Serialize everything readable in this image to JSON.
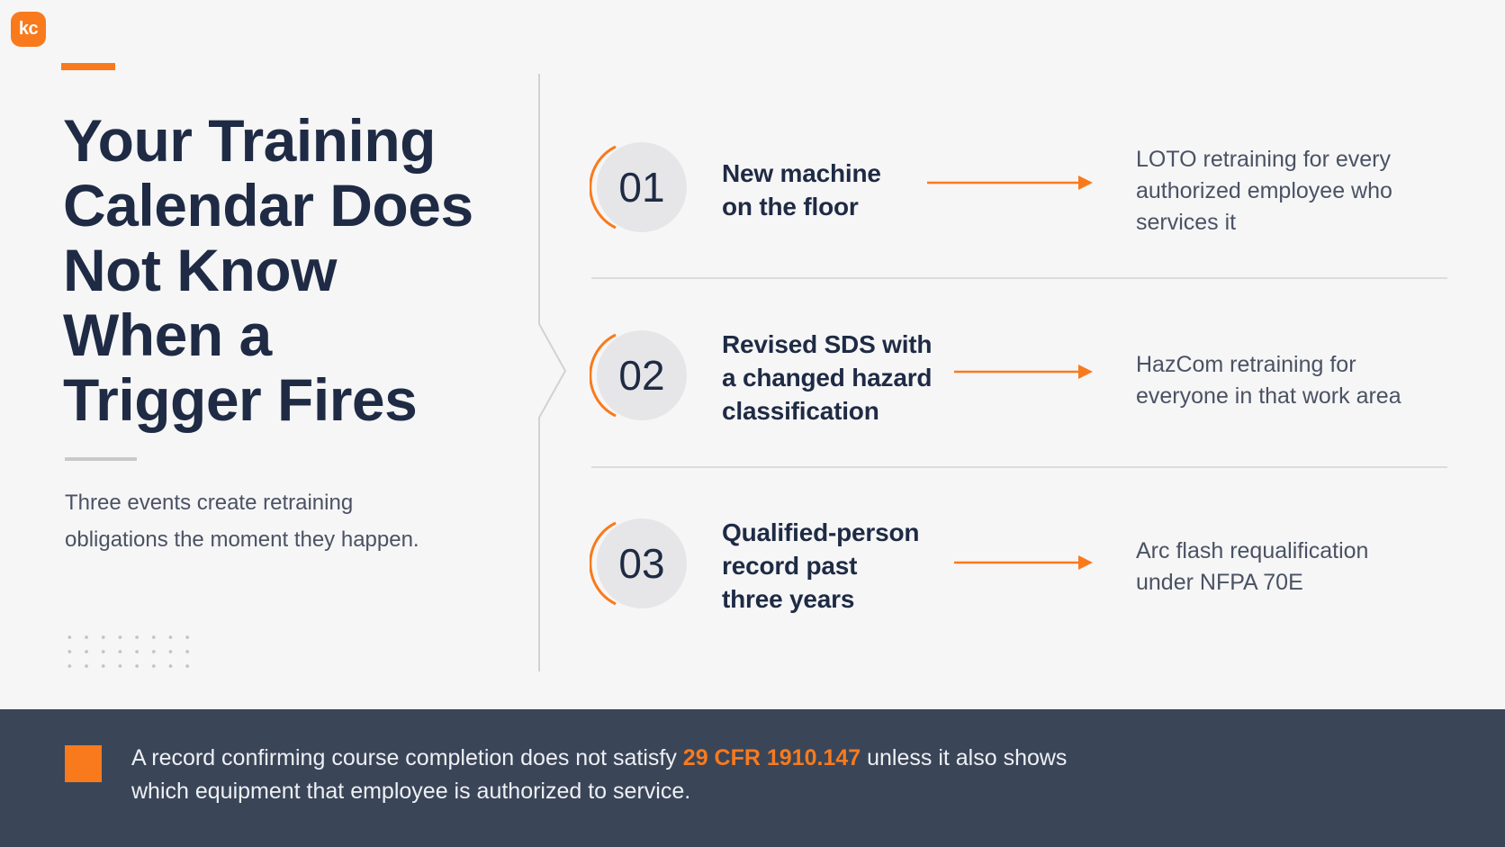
{
  "logo": {
    "text": "kc"
  },
  "colors": {
    "accent": "#f97a1c",
    "navy": "#1f2b44",
    "footer_bg": "#3a4558",
    "background": "#f6f6f7"
  },
  "title": [
    "Your Training",
    "Calendar Does",
    "Not Know",
    "When a",
    "Trigger Fires"
  ],
  "subtitle": [
    "Three events create retraining",
    "obligations the moment they happen."
  ],
  "rows": [
    {
      "number": "01",
      "trigger": [
        "New machine",
        "on the floor"
      ],
      "outcome": [
        "LOTO retraining for every",
        "authorized employee who",
        "services it"
      ]
    },
    {
      "number": "02",
      "trigger": [
        "Revised SDS with",
        "a changed hazard",
        "classification"
      ],
      "outcome": [
        "HazCom retraining for",
        "everyone in that work area"
      ]
    },
    {
      "number": "03",
      "trigger": [
        "Qualified-person",
        "record past",
        "three years"
      ],
      "outcome": [
        "Arc flash requalification",
        "under NFPA 70E"
      ]
    }
  ],
  "footer": {
    "before": "A record confirming course completion does not satisfy ",
    "highlight": "29 CFR 1910.147",
    "after_line1": " unless it also shows",
    "line2": "which equipment that employee is authorized to service."
  }
}
